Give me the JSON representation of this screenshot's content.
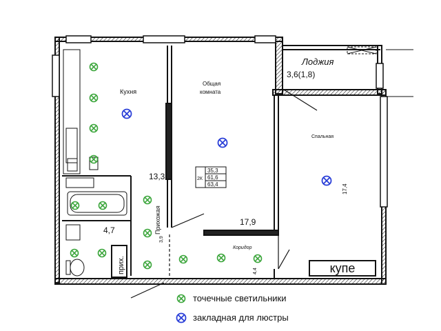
{
  "rooms": {
    "loggia_name": "Лоджия",
    "loggia_area": "3,6(1,8)",
    "kitchen_name": "Кухня",
    "kitchen_area": "13,3",
    "living_name_1": "Общая",
    "living_name_2": "комната",
    "living_area": "17,9",
    "bedroom_name": "Спальная",
    "bedroom_area": "17,4",
    "hall_name": "Прихожая",
    "hall_area": "3,9",
    "corridor_name": "Коридор",
    "corridor_area": "4,4",
    "bath_area": "4,7",
    "closet_label": "прих."
  },
  "summary": {
    "type": "2К",
    "living": "35,3",
    "total": "61,6",
    "total_with_loggia": "63,4"
  },
  "wardrobe_label": "купе",
  "legend": {
    "spot_label": "точечные светильники",
    "chandelier_label": "закладная для люстры"
  },
  "colors": {
    "spot": "#3aa53a",
    "chandelier": "#2a3fd8"
  },
  "icons": {
    "spot": "spot-light-icon",
    "chandelier": "chandelier-mount-icon"
  }
}
